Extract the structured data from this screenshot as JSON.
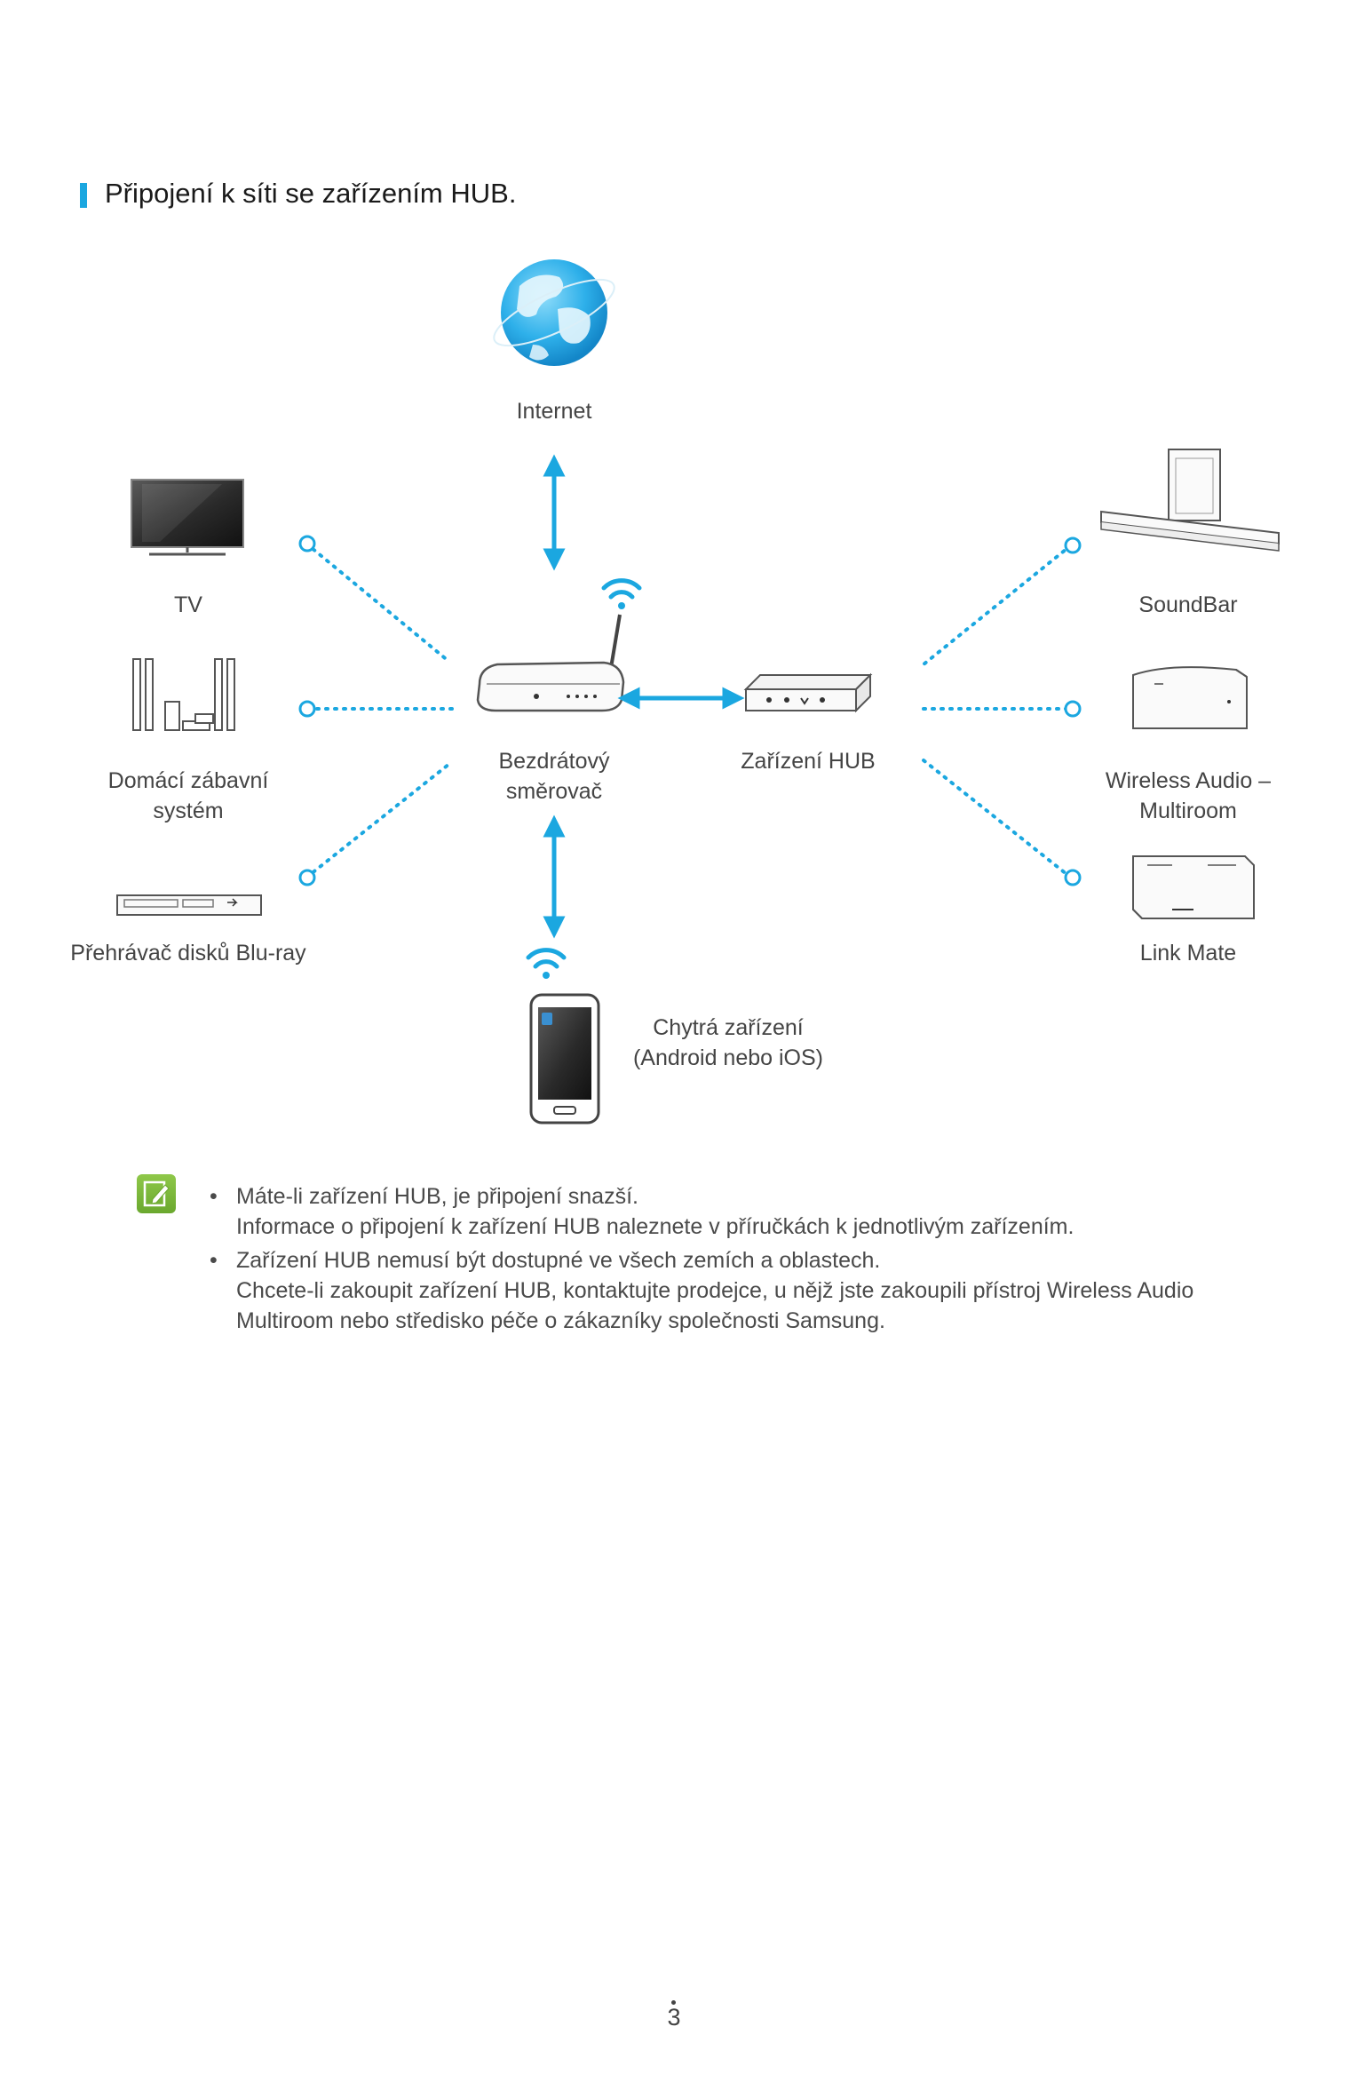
{
  "header": {
    "title": "Připojení k síti se zařízením HUB."
  },
  "diagram": {
    "accent_color": "#1ba7e0",
    "nodes": {
      "internet": {
        "label": "Internet",
        "icon": "globe-icon"
      },
      "router": {
        "label_line1": "Bezdrátový",
        "label_line2": "směrovač",
        "icon": "router-icon"
      },
      "hub": {
        "label": "Zařízení HUB",
        "icon": "hub-device-icon"
      },
      "smart_device": {
        "label_line1": "Chytrá zařízení",
        "label_line2": "(Android nebo iOS)",
        "icon": "smartphone-icon"
      },
      "tv": {
        "label": "TV",
        "icon": "tv-icon"
      },
      "home_theater": {
        "label_line1": "Domácí zábavní",
        "label_line2": "systém",
        "icon": "home-theater-icon"
      },
      "bluray": {
        "label": "Přehrávač disků Blu-ray",
        "icon": "bluray-player-icon"
      },
      "soundbar": {
        "label": "SoundBar",
        "icon": "soundbar-icon"
      },
      "wireless_audio": {
        "label_line1": "Wireless Audio –",
        "label_line2": "Multiroom",
        "icon": "wireless-speaker-icon"
      },
      "link_mate": {
        "label": "Link Mate",
        "icon": "link-mate-icon"
      }
    }
  },
  "notes": {
    "icon": "note-pencil-icon",
    "items": [
      {
        "lines": [
          "Máte-li zařízení HUB, je připojení snazší.",
          "Informace o připojení k zařízení HUB naleznete v příručkách k jednotlivým zařízením."
        ]
      },
      {
        "lines": [
          "Zařízení HUB nemusí být dostupné ve všech zemích a oblastech.",
          "Chcete-li zakoupit zařízení HUB, kontaktujte prodejce, u nějž jste zakoupili přístroj Wireless Audio",
          "Multiroom nebo středisko péče o zákazníky společnosti Samsung."
        ]
      }
    ]
  },
  "footer": {
    "page_number": "3"
  }
}
